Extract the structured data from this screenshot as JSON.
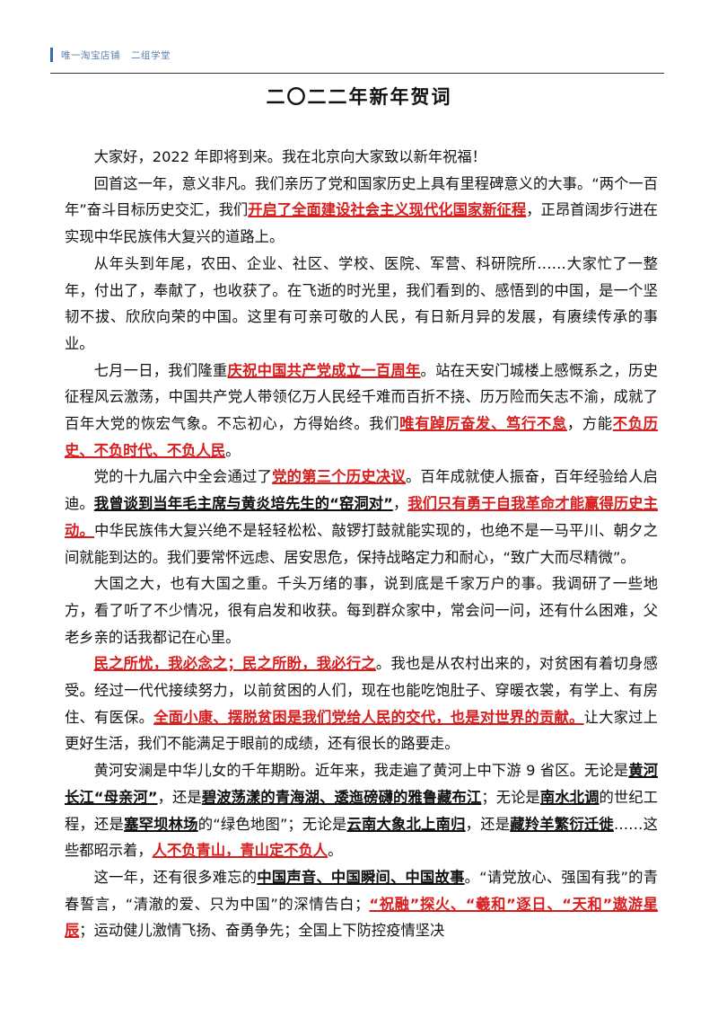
{
  "header": {
    "store": "唯一淘宝店铺",
    "group": "二组学堂"
  },
  "title": "二〇二二年新年贺词",
  "p1": {
    "t1": "大家好，2022 年即将到来。我在北京向大家致以新年祝福！"
  },
  "p2": {
    "t1": "回首这一年，意义非凡。我们亲历了党和国家历史上具有里程碑意义的大事。“两个一百年”奋斗目标历史交汇，我们",
    "r1": "开启了全面建设社会主义现代化国家新征程",
    "t2": "，正昂首阔步行进在实现中华民族伟大复兴的道路上。"
  },
  "p3": {
    "t1": "从年头到年尾，农田、企业、社区、学校、医院、军营、科研院所……大家忙了一整年，付出了，奉献了，也收获了。在飞逝的时光里，我们看到的、感悟到的中国，是一个坚韧不拔、欣欣向荣的中国。这里有可亲可敬的人民，有日新月异的发展，有赓续传承的事业。"
  },
  "p4": {
    "t1": "七月一日，我们隆重",
    "r1": "庆祝中国共产党成立一百周年",
    "t2": "。站在天安门城楼上感慨系之，历史征程风云激荡，中国共产党人带领亿万人民经千难而百折不挠、历万险而矢志不渝，成就了百年大党的恢宏气象。不忘初心，方得始终。我们",
    "r2": "唯有踔厉奋发、笃行不怠",
    "t3": "，方能",
    "r3": "不负历史、不负时代、不负人民",
    "t4": "。"
  },
  "p5": {
    "t1": "党的十九届六中全会通过了",
    "r1": "党的第三个历史决议",
    "t2": "。百年成就使人振奋，百年经验给人启迪。",
    "k1": "我曾谈到当年毛主席与黄炎培先生的“窑洞对”",
    "t3": "，",
    "r2": "我们只有勇于自我革命才能赢得历史主动。",
    "t4": "中华民族伟大复兴绝不是轻轻松松、敲锣打鼓就能实现的，也绝不是一马平川、朝夕之间就能到达的。我们要常怀远虑、居安思危，保持战略定力和耐心，“致广大而尽精微”。"
  },
  "p6": {
    "t1": "大国之大，也有大国之重。千头万绪的事，说到底是千家万户的事。我调研了一些地方，看了听了不少情况，很有启发和收获。每到群众家中，常会问一问，还有什么困难，父老乡亲的话我都记在心里。"
  },
  "p7": {
    "r1": "民之所忧，我必念之；民之所盼，我必行之",
    "t1": "。我也是从农村出来的，对贫困有着切身感受。经过一代代接续努力，以前贫困的人们，现在也能吃饱肚子、穿暖衣裳，有学上、有房住、有医保。",
    "r2": "全面小康、摆脱贫困是我们党给人民的交代，也是对世界的贡献。",
    "t2": "让大家过上更好生活，我们不能满足于眼前的成绩，还有很长的路要走。"
  },
  "p8": {
    "t1": "黄河安澜是中华儿女的千年期盼。近年来，我走遍了黄河上中下游 9 省区。无论是",
    "k1": "黄河长江“母亲河”",
    "t2": "，还是",
    "k2": "碧波荡漾的青海湖、逶迤磅礴的雅鲁藏布江",
    "t3": "；无论是",
    "k3": "南水北调",
    "t4": "的世纪工程，还是",
    "k4": "塞罕坝林场",
    "t5": "的“绿色地图”；无论是",
    "k5": "云南大象北上南归",
    "t6": "，还是",
    "k6": "藏羚羊繁衍迁徙",
    "t7": "……这些都昭示着，",
    "r1": "人不负青山，青山定不负人",
    "t8": "。"
  },
  "p9": {
    "t1": "这一年，还有很多难忘的",
    "k1": "中国声音、中国瞬间、中国故事",
    "t2": "。“请党放心、强国有我”的青春誓言，“清澈的爱、只为中国”的深情告白；",
    "r1": "“祝融”探火、“羲和”逐日、“天和”遨游星辰",
    "t3": "；运动健儿激情飞扬、奋勇争先；全国上下防控疫情坚决"
  }
}
